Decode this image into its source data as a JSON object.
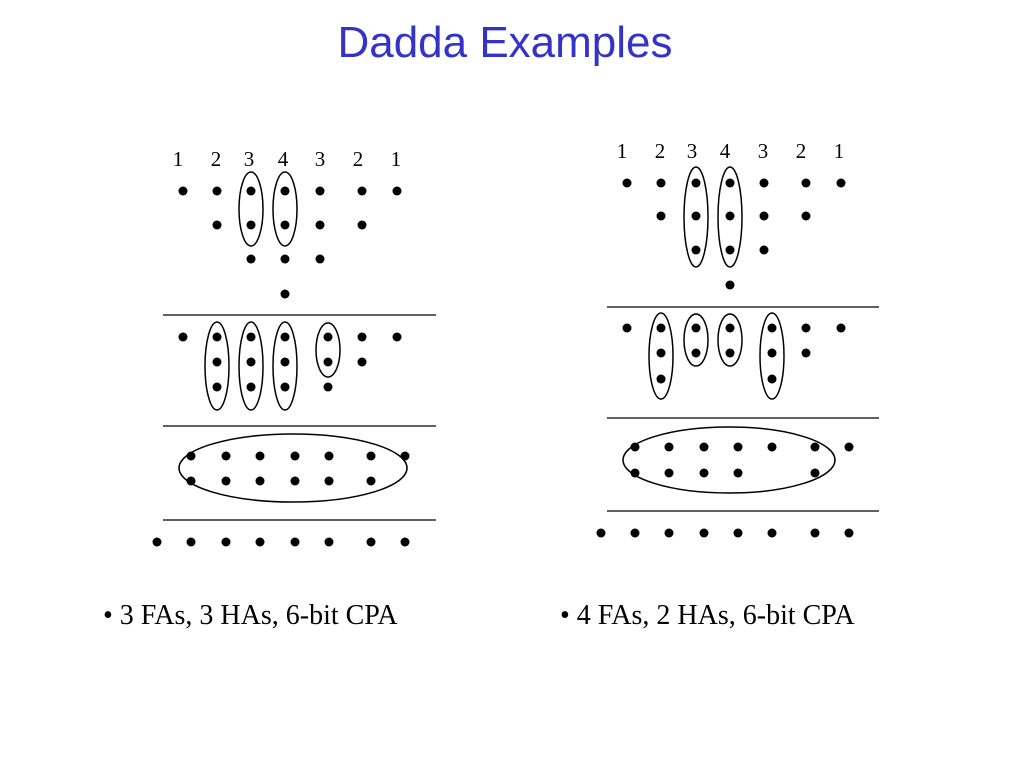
{
  "title": "Dadda Examples",
  "examples": [
    {
      "column_heights": [
        "1",
        "2",
        "3",
        "4",
        "3",
        "2",
        "1"
      ],
      "caption": "• 3 FAs, 3 HAs, 6-bit CPA"
    },
    {
      "column_heights": [
        "1",
        "2",
        "3",
        "4",
        "3",
        "2",
        "1"
      ],
      "caption": "• 4 FAs, 2 HAs, 6-bit CPA"
    }
  ],
  "colors": {
    "title": "#3333cc",
    "ink": "#000000"
  }
}
